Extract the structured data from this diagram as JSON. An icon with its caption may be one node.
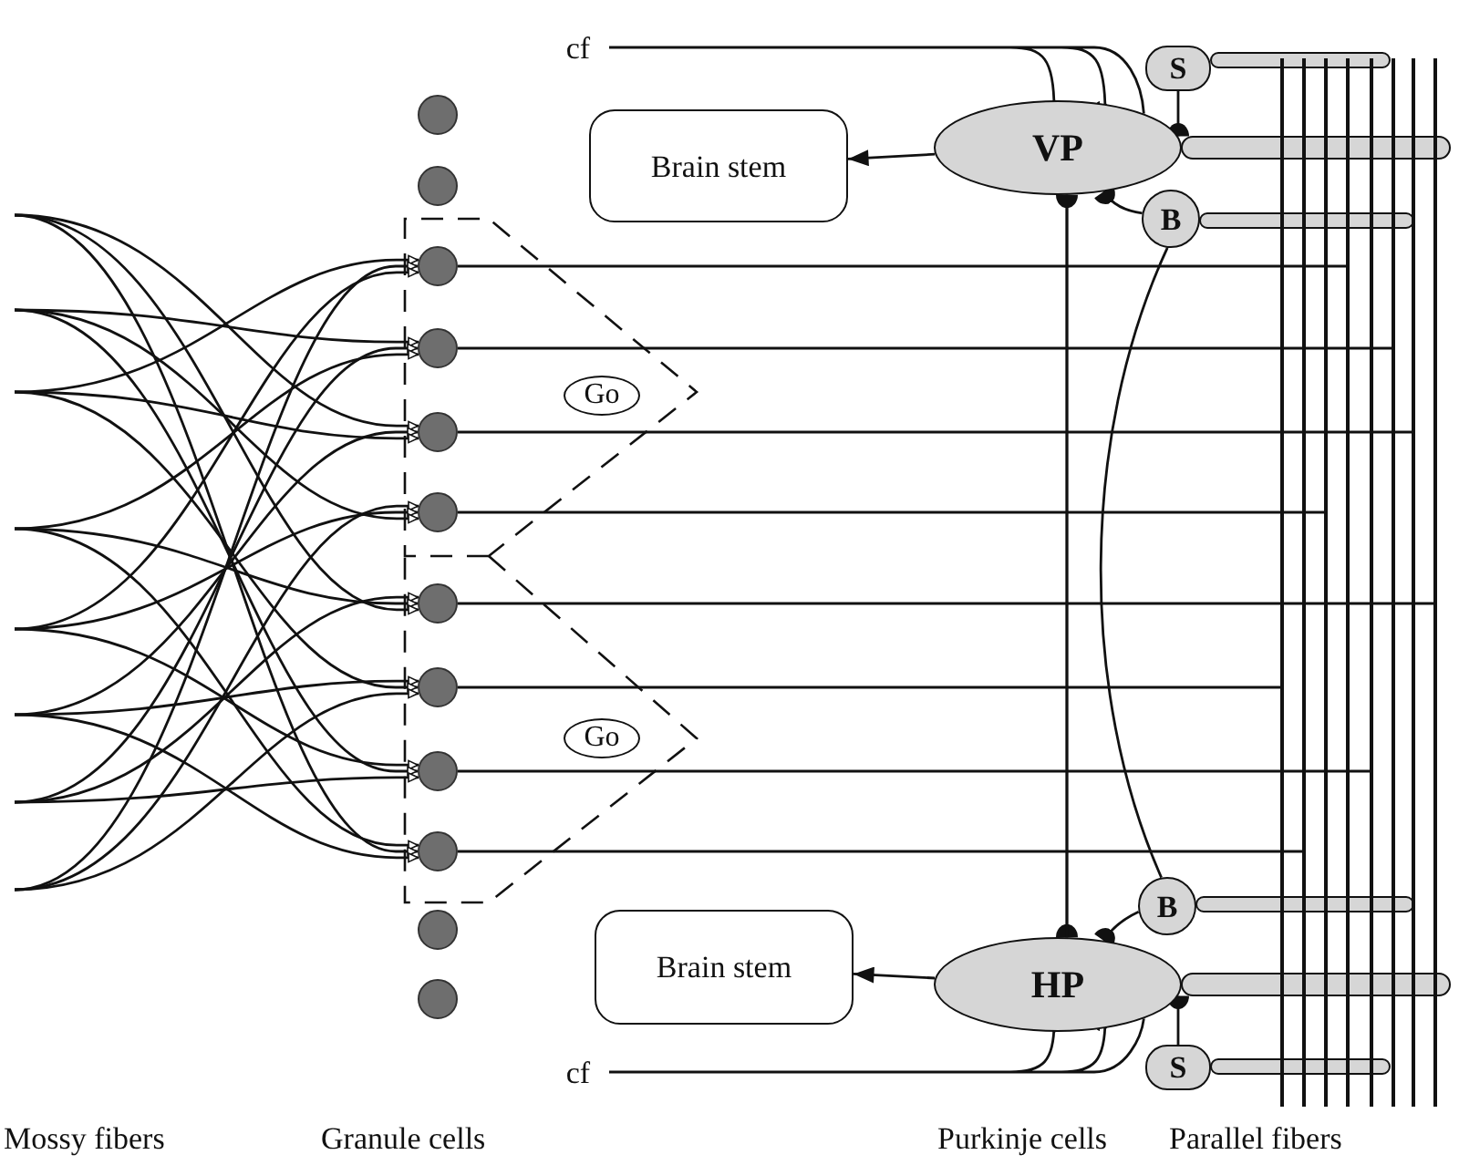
{
  "diagram": {
    "nodes": [
      {
        "text": [
          "cf"
        ]
      },
      {
        "text": [
          "S"
        ]
      },
      {
        "text": [
          "Brain stem"
        ]
      },
      {
        "text": [
          "VP"
        ]
      },
      {
        "text": [
          "B"
        ]
      },
      {
        "text": [],
        "shape": "circle"
      },
      {
        "text": [],
        "shape": "circle"
      },
      {
        "text": [],
        "shape": "circle"
      },
      {
        "text": [],
        "shape": "circle"
      },
      {
        "text": [],
        "shape": "circle"
      },
      {
        "text": [],
        "shape": "circle"
      },
      {
        "text": [],
        "shape": "circle"
      },
      {
        "text": [],
        "shape": "circle"
      },
      {
        "text": [],
        "shape": "circle"
      },
      {
        "text": [],
        "shape": "circle"
      },
      {
        "text": [],
        "shape": "circle"
      },
      {
        "text": [],
        "shape": "circle"
      },
      {
        "text": [
          "Go"
        ]
      },
      {
        "text": [
          "Go"
        ]
      },
      {
        "text": [
          "B"
        ]
      },
      {
        "text": [
          "Brain stem"
        ]
      },
      {
        "text": [
          "HP"
        ]
      },
      {
        "text": [
          "S"
        ]
      },
      {
        "text": [
          "cf"
        ]
      },
      {
        "text": [],
        "shape": "bar"
      },
      {
        "text": [],
        "shape": "bar"
      },
      {
        "text": [],
        "shape": "bar"
      },
      {
        "text": [],
        "shape": "bar"
      },
      {
        "text": [],
        "shape": "bar"
      },
      {
        "text": [],
        "shape": "bar"
      },
      {
        "text": [],
        "shape": "bar"
      },
      {
        "text": [],
        "shape": "bar"
      }
    ],
    "edges": [
      {
        "from": 3,
        "to": 2,
        "arrow": "to"
      },
      {
        "from": 21,
        "to": 20,
        "arrow": "to"
      },
      {
        "from": 0,
        "to": 3,
        "arrow": "to"
      },
      {
        "from": 23,
        "to": 21,
        "arrow": "to"
      },
      {
        "from": 1,
        "to": 3,
        "arrow": "other"
      },
      {
        "from": 22,
        "to": 21,
        "arrow": "other"
      },
      {
        "from": 4,
        "to": 3,
        "arrow": "other"
      },
      {
        "from": 19,
        "to": 21,
        "arrow": "other"
      },
      {
        "from": 3,
        "to": 21,
        "arrow": "other"
      },
      {
        "from": 21,
        "to": 3,
        "arrow": "other"
      },
      {
        "from": 4,
        "to": 19,
        "arrow": "none"
      },
      {
        "from": 7,
        "to": 27,
        "arrow": "none"
      },
      {
        "from": 8,
        "to": 29,
        "arrow": "none"
      },
      {
        "from": 9,
        "to": 30,
        "arrow": "none"
      },
      {
        "from": 10,
        "to": 26,
        "arrow": "none"
      },
      {
        "from": 11,
        "to": 31,
        "arrow": "none"
      },
      {
        "from": 12,
        "to": 24,
        "arrow": "none"
      },
      {
        "from": 13,
        "to": 28,
        "arrow": "none"
      },
      {
        "from": 14,
        "to": 25,
        "arrow": "none"
      },
      {
        "from": null,
        "to": 7,
        "arrow": "to"
      },
      {
        "from": null,
        "to": 7,
        "arrow": "to"
      },
      {
        "from": null,
        "to": 7,
        "arrow": "to"
      },
      {
        "from": null,
        "to": 8,
        "arrow": "to"
      },
      {
        "from": null,
        "to": 8,
        "arrow": "to"
      },
      {
        "from": null,
        "to": 8,
        "arrow": "to"
      },
      {
        "from": null,
        "to": 9,
        "arrow": "to"
      },
      {
        "from": null,
        "to": 9,
        "arrow": "to"
      },
      {
        "from": null,
        "to": 9,
        "arrow": "to"
      },
      {
        "from": null,
        "to": 10,
        "arrow": "to"
      },
      {
        "from": null,
        "to": 10,
        "arrow": "to"
      },
      {
        "from": null,
        "to": 10,
        "arrow": "to"
      },
      {
        "from": null,
        "to": 11,
        "arrow": "to"
      },
      {
        "from": null,
        "to": 11,
        "arrow": "to"
      },
      {
        "from": null,
        "to": 11,
        "arrow": "to"
      },
      {
        "from": null,
        "to": 12,
        "arrow": "to"
      },
      {
        "from": null,
        "to": 12,
        "arrow": "to"
      },
      {
        "from": null,
        "to": 12,
        "arrow": "to"
      },
      {
        "from": null,
        "to": 13,
        "arrow": "to"
      },
      {
        "from": null,
        "to": 13,
        "arrow": "to"
      },
      {
        "from": null,
        "to": 13,
        "arrow": "to"
      },
      {
        "from": null,
        "to": 14,
        "arrow": "to"
      },
      {
        "from": null,
        "to": 14,
        "arrow": "to"
      },
      {
        "from": null,
        "to": 14,
        "arrow": "to"
      }
    ],
    "labels": [
      "Mossy fibers",
      "Granule cells",
      "Purkinje cells",
      "Parallel fibers"
    ]
  }
}
